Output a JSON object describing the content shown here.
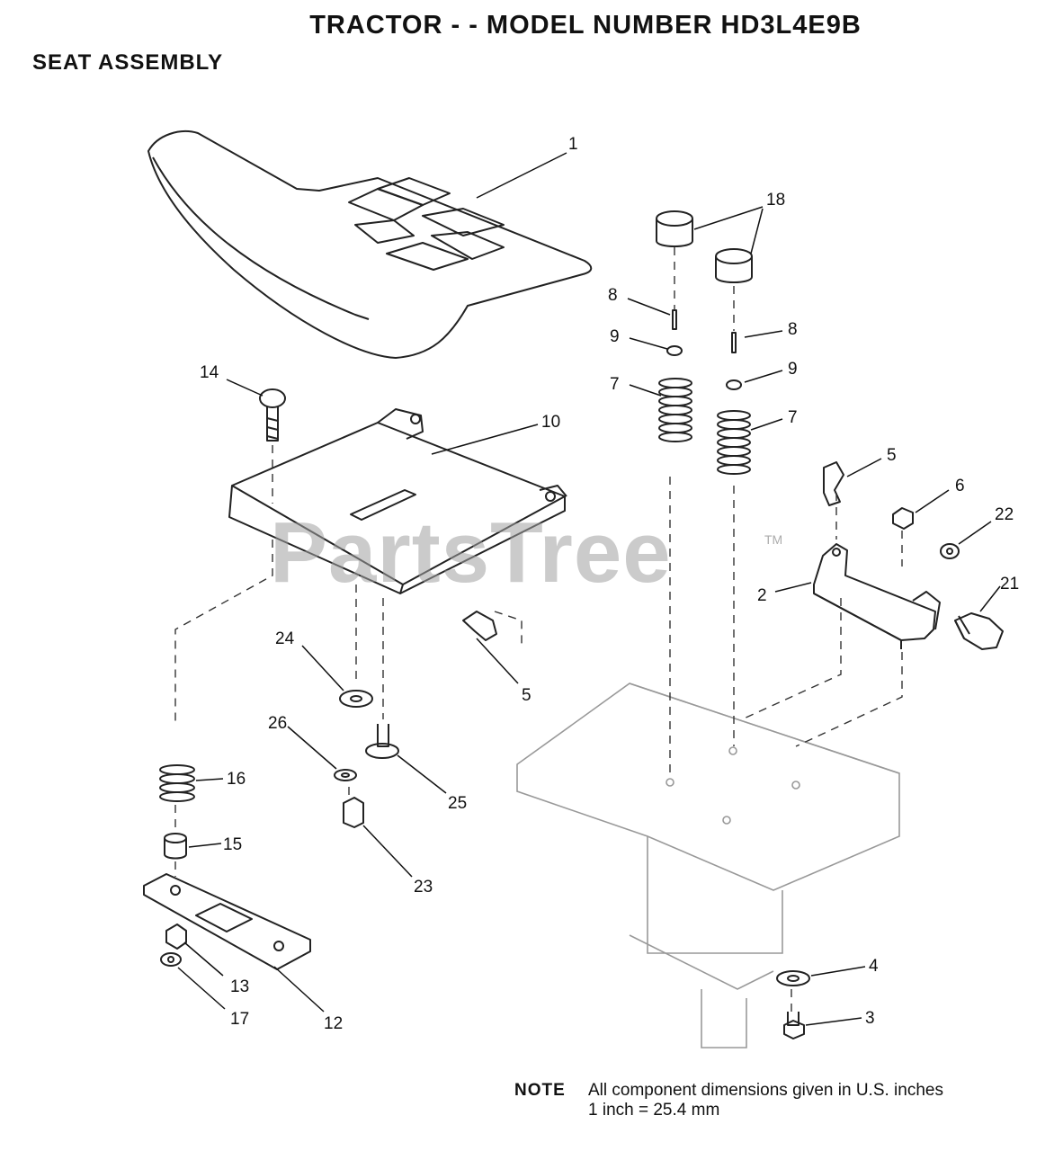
{
  "header": {
    "title": "TRACTOR - - MODEL NUMBER HD3L4E9B",
    "subtitle": "SEAT ASSEMBLY"
  },
  "watermark": {
    "text": "PartsTree",
    "tm": "TM"
  },
  "note": {
    "label": "NOTE",
    "line1": "All component dimensions given in U.S. inches",
    "line2": "1 inch = 25.4 mm"
  },
  "callouts": {
    "c1": "1",
    "c18": "18",
    "c8a": "8",
    "c9a": "9",
    "c8b": "8",
    "c9b": "9",
    "c7a": "7",
    "c7b": "7",
    "c14": "14",
    "c10": "10",
    "c5a": "5",
    "c6": "6",
    "c22": "22",
    "c2": "2",
    "c21": "21",
    "c24": "24",
    "c5b": "5",
    "c26": "26",
    "c25": "25",
    "c16": "16",
    "c15": "15",
    "c23": "23",
    "c4": "4",
    "c3": "3",
    "c13": "13",
    "c17": "17",
    "c12": "12"
  }
}
